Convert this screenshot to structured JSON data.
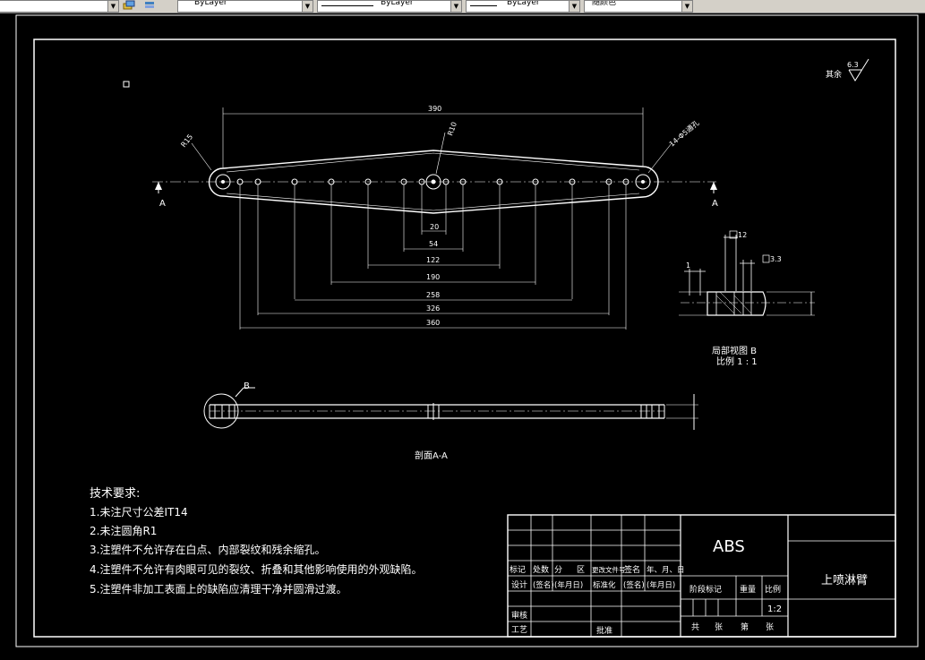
{
  "toolbar": {
    "layer1": "ByLayer",
    "layer2": "ByLayer",
    "layer3": "ByLayer",
    "color": "随颜色"
  },
  "drawing": {
    "roughness_label": "其余",
    "roughness_value": "6.3",
    "dims": {
      "d390": "390",
      "r15": "R15",
      "r10": "R10",
      "holes": "14-Φ5通孔",
      "d20": "20",
      "d54": "54",
      "d122": "122",
      "d190": "190",
      "d258": "258",
      "d326": "326",
      "d360": "360"
    },
    "section_letter_left": "A",
    "section_letter_right": "A",
    "detail_b": {
      "d12": "12",
      "d33": "3.3",
      "d1": "1",
      "title": "局部视图 B",
      "scale": "比例 1 : 1"
    },
    "b_label": "B",
    "section_title": "剖面A-A",
    "tech_req": {
      "title": "技术要求:",
      "items": [
        "1.未注尺寸公差IT14",
        "2.未注圆角R1",
        "3.注塑件不允许存在白点、内部裂纹和残余缩孔。",
        "4.注塑件不允许有肉眼可见的裂纹、折叠和其他影响使用的外观缺陷。",
        "5.注塑件非加工表面上的缺陷应清理干净并圆滑过渡。"
      ]
    },
    "title_block": {
      "material": "ABS",
      "part_name": "上喷淋臂",
      "row_headers": [
        "标记",
        "处数",
        "分",
        "区",
        "更改文件号",
        "签名",
        "年、月、日"
      ],
      "row_design": [
        "设计",
        "(签名)",
        "(年月日)",
        "标准化",
        "(签名)",
        "(年月日)"
      ],
      "stage_label": "阶段标记",
      "weight_label": "重量",
      "scale_label": "比例",
      "scale_value": "1:2",
      "audit": "审核",
      "process": "工艺",
      "approve": "批准",
      "total": "共",
      "sheets1": "张",
      "page": "第",
      "sheets2": "张"
    }
  }
}
